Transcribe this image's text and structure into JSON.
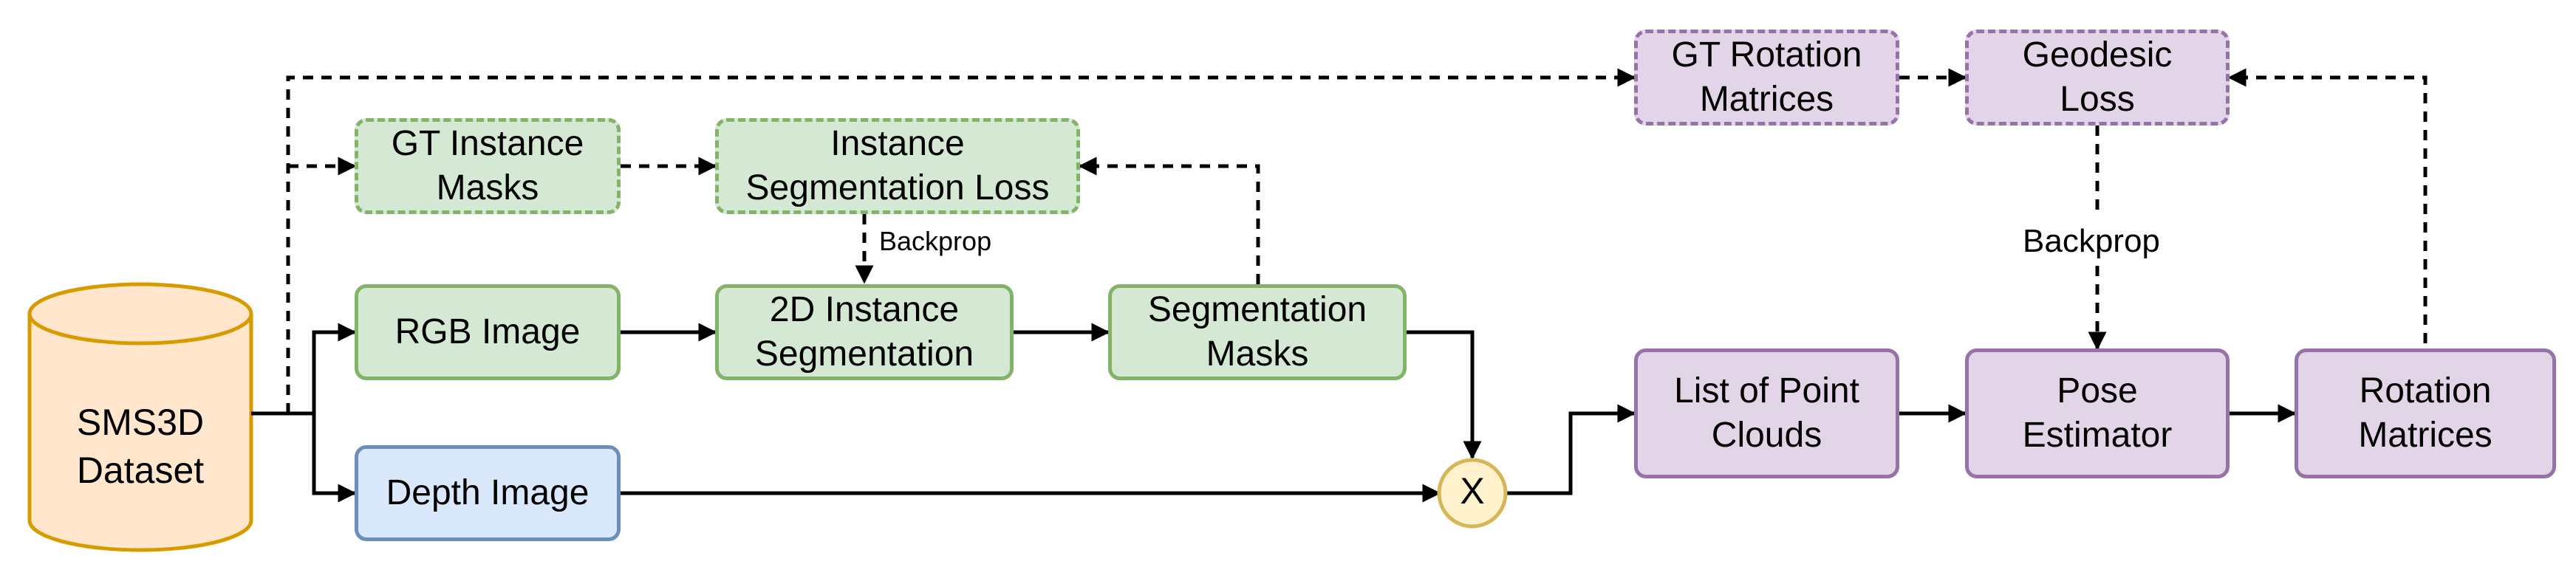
{
  "dataset": {
    "line1": "SMS3D",
    "line2": "Dataset"
  },
  "nodes": {
    "gt_instance_masks": {
      "line1": "GT Instance",
      "line2": "Masks"
    },
    "instance_seg_loss": {
      "line1": "Instance",
      "line2": "Segmentation Loss"
    },
    "rgb_image": {
      "line1": "RGB Image"
    },
    "depth_image": {
      "line1": "Depth Image"
    },
    "instance_seg_2d": {
      "line1": "2D Instance",
      "line2": "Segmentation"
    },
    "segmentation_masks": {
      "line1": "Segmentation",
      "line2": "Masks"
    },
    "gt_rotation_matrices": {
      "line1": "GT Rotation",
      "line2": "Matrices"
    },
    "geodesic_loss": {
      "line1": "Geodesic",
      "line2": "Loss"
    },
    "point_clouds": {
      "line1": "List of Point",
      "line2": "Clouds"
    },
    "pose_estimator": {
      "line1": "Pose",
      "line2": "Estimator"
    },
    "rotation_matrices": {
      "line1": "Rotation",
      "line2": "Matrices"
    }
  },
  "combine_symbol": "X",
  "edge_labels": {
    "backprop_left": "Backprop",
    "backprop_right": "Backprop"
  },
  "colors": {
    "green_fill": "#d5e8d4",
    "green_stroke": "#82b366",
    "blue_fill": "#dae8fc",
    "blue_stroke": "#6c8ebf",
    "purple_fill": "#e1d5e7",
    "purple_stroke": "#9673a6",
    "orange_fill": "#ffe6cc",
    "orange_stroke": "#d79b00",
    "yellow_fill": "#fff2cc",
    "yellow_stroke": "#d6b656"
  }
}
